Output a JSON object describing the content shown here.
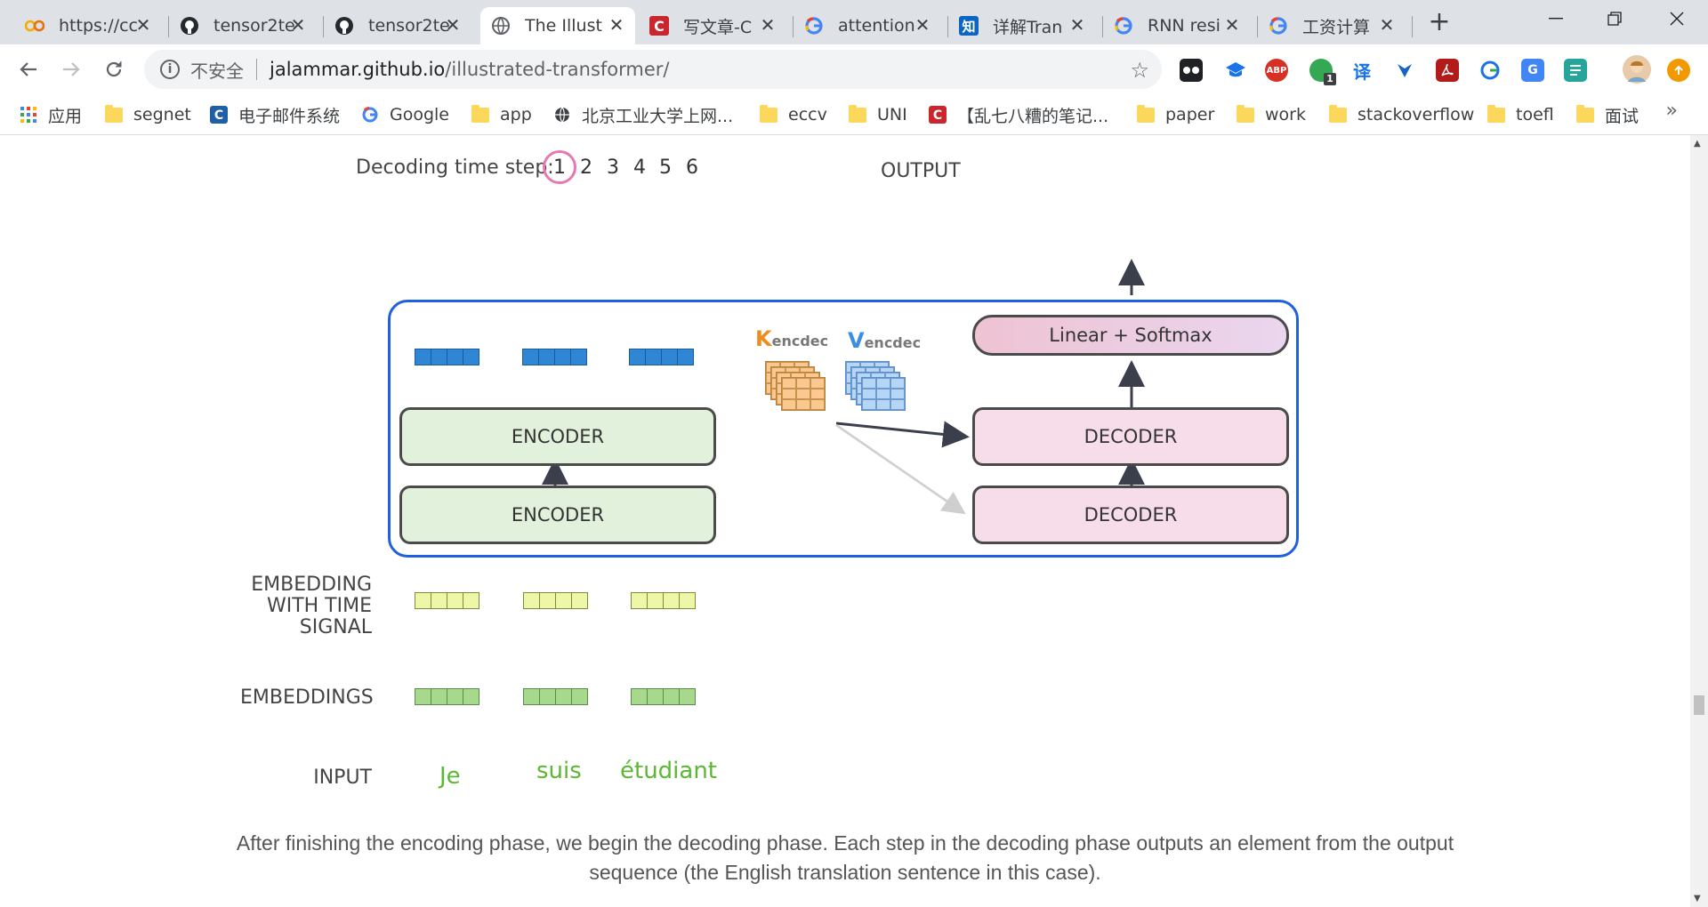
{
  "tabs": [
    {
      "title": "https://cc",
      "icon": "colab-icon"
    },
    {
      "title": "tensor2te",
      "icon": "github-icon"
    },
    {
      "title": "tensor2te",
      "icon": "github-icon"
    },
    {
      "title": "The Illust",
      "icon": "globe-icon",
      "active": true
    },
    {
      "title": "写文章-C",
      "icon": "csdn-icon"
    },
    {
      "title": "attention",
      "icon": "google-icon"
    },
    {
      "title": "详解Tran",
      "icon": "zhihu-icon"
    },
    {
      "title": "RNN resi",
      "icon": "google-icon"
    },
    {
      "title": "工资计算",
      "icon": "google-icon"
    }
  ],
  "address_bar": {
    "security_label": "不安全",
    "host": "jalammar.github.io",
    "path": "/illustrated-transformer/"
  },
  "bookmarks": [
    {
      "label": "应用",
      "icon": "apps-icon"
    },
    {
      "label": "segnet",
      "icon": "folder-icon"
    },
    {
      "label": "电子邮件系统",
      "icon": "mail-icon"
    },
    {
      "label": "Google",
      "icon": "google-icon"
    },
    {
      "label": "app",
      "icon": "folder-icon"
    },
    {
      "label": "北京工业大学上网...",
      "icon": "globe-icon"
    },
    {
      "label": "eccv",
      "icon": "folder-icon"
    },
    {
      "label": "UNI",
      "icon": "folder-icon"
    },
    {
      "label": "【乱七八糟的笔记...",
      "icon": "csdn-icon"
    },
    {
      "label": "paper",
      "icon": "folder-icon"
    },
    {
      "label": "work",
      "icon": "folder-icon"
    },
    {
      "label": "stackoverflow",
      "icon": "folder-icon"
    },
    {
      "label": "toefl",
      "icon": "folder-icon"
    },
    {
      "label": "面试",
      "icon": "folder-icon"
    }
  ],
  "extensions": {
    "abp_label": "ABP",
    "badge_count": "1",
    "translate_label": "译"
  },
  "diagram": {
    "decoding_label": "Decoding time step:",
    "steps": [
      "1",
      "2",
      "3",
      "4",
      "5",
      "6"
    ],
    "current_step": "1",
    "output_label": "OUTPUT",
    "encoder_label": "ENCODER",
    "decoder_label": "DECODER",
    "linear_label": "Linear + Softmax",
    "k_letter": "K",
    "v_letter": "V",
    "kv_sub": "encdec",
    "embedding_time_label": [
      "EMBEDDING",
      "WITH TIME",
      "SIGNAL"
    ],
    "embeddings_label": "EMBEDDINGS",
    "input_label": "INPUT",
    "input_words": [
      "Je",
      "suis",
      "étudiant"
    ]
  },
  "caption": "After finishing the encoding phase, we begin the decoding phase. Each step in the decoding phase outputs an element from the output sequence (the English translation sentence in this case).",
  "colors": {
    "encoder": "#e2f1dc",
    "decoder": "#f7dcea",
    "box_border": "#1f5fe0",
    "input_words": "#5cb833",
    "k_color": "#f08c1e",
    "v_color": "#3a8ee6",
    "step_circle": "#e879b0"
  }
}
